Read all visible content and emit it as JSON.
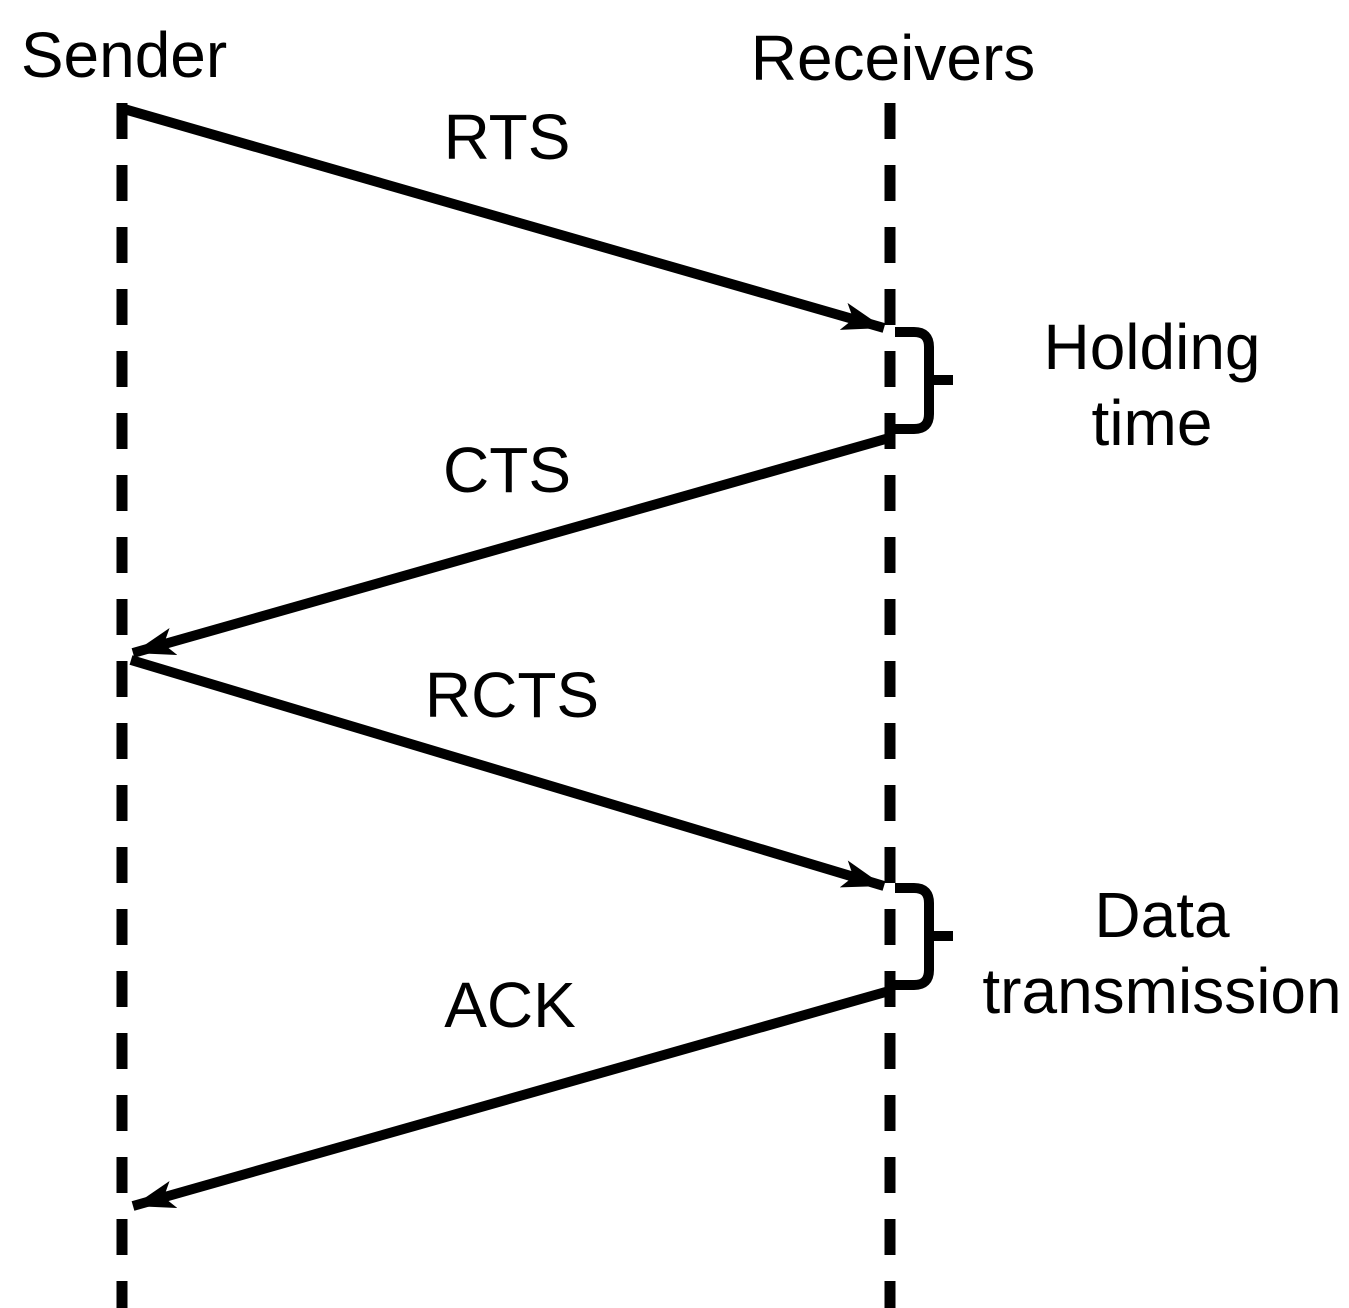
{
  "page": {
    "background_color": "#ffffff",
    "ink_color": "#000000"
  },
  "diagram": {
    "type": "sequence-diagram",
    "lifelines": [
      {
        "id": "sender",
        "label": "Sender"
      },
      {
        "id": "receivers",
        "label": "Receivers"
      }
    ],
    "messages": [
      {
        "label": "RTS",
        "from": "sender",
        "to": "receivers"
      },
      {
        "label": "CTS",
        "from": "receivers",
        "to": "sender"
      },
      {
        "label": "RCTS",
        "from": "sender",
        "to": "receivers"
      },
      {
        "label": "ACK",
        "from": "receivers",
        "to": "sender"
      }
    ],
    "intervals": [
      {
        "at": "receivers",
        "lines": [
          "Holding",
          "time"
        ]
      },
      {
        "at": "receivers",
        "lines": [
          "Data",
          "transmission"
        ]
      }
    ]
  }
}
